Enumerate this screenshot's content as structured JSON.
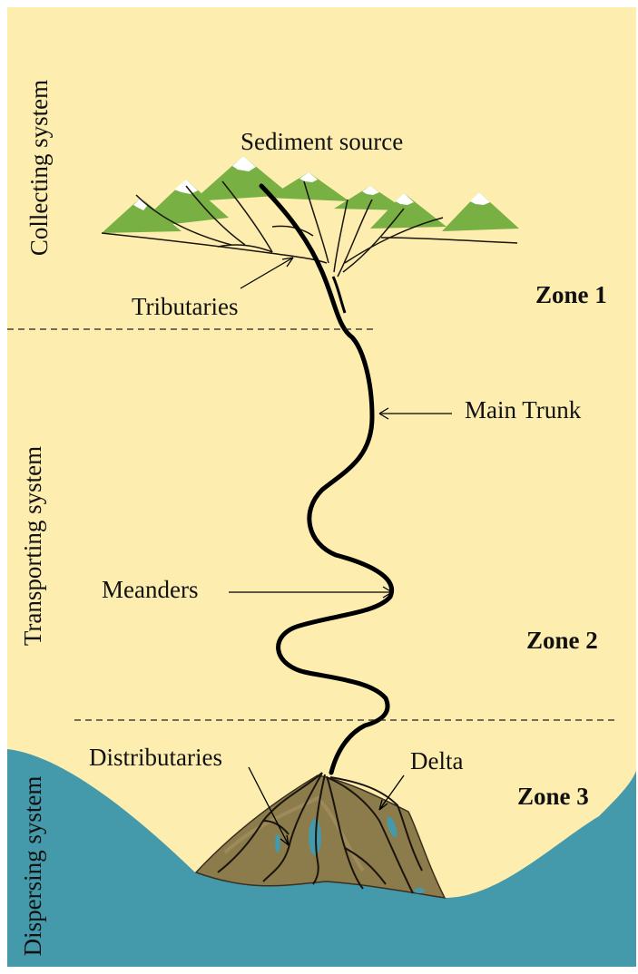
{
  "labels": {
    "sediment_source": "Sediment source",
    "tributaries": "Tributaries",
    "main_trunk": "Main Trunk",
    "meanders": "Meanders",
    "distributaries": "Distributaries",
    "delta": "Delta"
  },
  "zones": [
    "Zone 1",
    "Zone 2",
    "Zone 3"
  ],
  "systems": [
    "Collecting system",
    "Transporting system",
    "Dispersing system"
  ],
  "colors": {
    "background": "#fdeeb0",
    "sea": "#4499aa",
    "delta": "#8c7c4c",
    "mountain": "#78b043",
    "river": "#000000"
  }
}
